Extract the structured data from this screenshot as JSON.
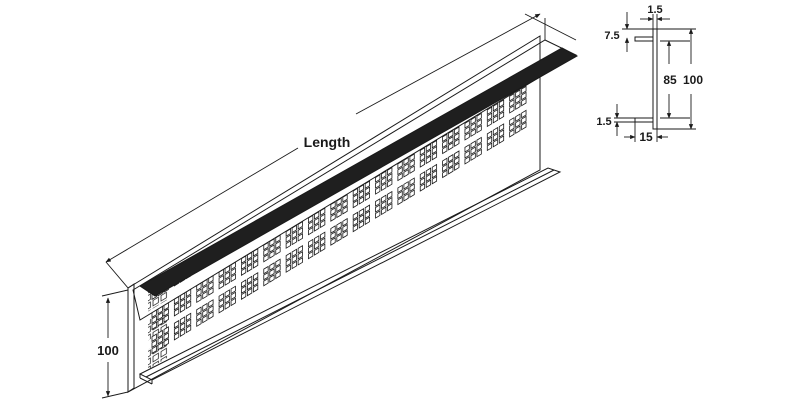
{
  "figure": {
    "subject": "ventilation grille strip, isometric view with profile cross-section",
    "isometric": {
      "length_label": "Length",
      "height_label": "100"
    },
    "profile": {
      "thickness_label": "1.5",
      "top_lip_label": "7.5",
      "opening_label": "85",
      "overall_height_label": "100",
      "bottom_lip_label": "1.5",
      "depth_label": "15"
    },
    "colors": {
      "line": "#1a1a1a",
      "top_strip": "#1f1f1f",
      "background": "#ffffff"
    }
  }
}
